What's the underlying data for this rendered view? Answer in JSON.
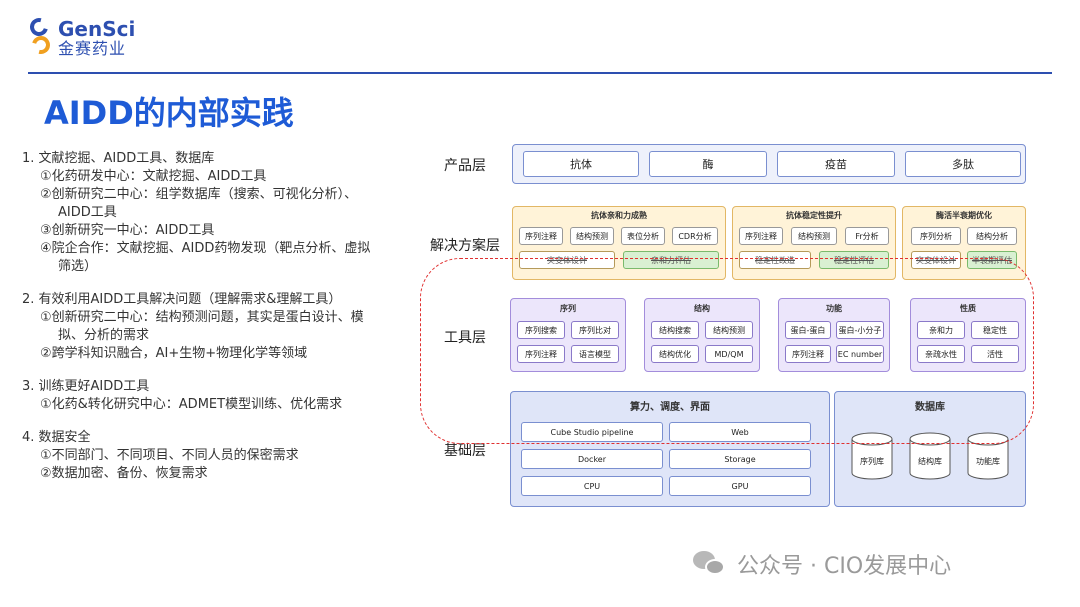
{
  "logo": {
    "name_en": "GenSci",
    "name_cn": "金赛药业"
  },
  "title": "AIDD的内部实践",
  "sections": [
    {
      "heading": "1. 文献挖掘、AIDD工具、数据库",
      "items": [
        "①化药研发中心：文献挖掘、AIDD工具",
        "②创新研究二中心：组学数据库（搜索、可视化分析）、",
        "AIDD工具",
        "③创新研究一中心：AIDD工具",
        "④院企合作：文献挖掘、AIDD药物发现（靶点分析、虚拟",
        "筛选）"
      ]
    },
    {
      "heading": "2. 有效利用AIDD工具解决问题（理解需求&理解工具）",
      "items": [
        "①创新研究二中心：结构预测问题，其实是蛋白设计、模",
        "拟、分析的需求",
        "②跨学科知识融合，AI+生物+物理化学等领域"
      ]
    },
    {
      "heading": "3. 训练更好AIDD工具",
      "items": [
        "①化药&转化研究中心：ADMET模型训练、优化需求"
      ]
    },
    {
      "heading": "4. 数据安全",
      "items": [
        "①不同部门、不同项目、不同人员的保密需求",
        "②数据加密、备份、恢复需求"
      ]
    }
  ],
  "diagram": {
    "layers": {
      "product": "产品层",
      "solution": "解决方案层",
      "tools": "工具层",
      "base": "基础层"
    },
    "products": [
      "抗体",
      "酶",
      "疫苗",
      "多肽"
    ],
    "solutions": [
      {
        "title": "抗体亲和力成熟",
        "chips": [
          "序列注释",
          "结构预测",
          "表位分析",
          "CDR分析"
        ],
        "bottom": [
          "突变体设计",
          "亲和力评估"
        ]
      },
      {
        "title": "抗体稳定性提升",
        "chips": [
          "序列注释",
          "结构预测",
          "Fr分析"
        ],
        "bottom": [
          "稳定性改造",
          "稳定性评估"
        ]
      },
      {
        "title": "酶活半衰期优化",
        "chips": [
          "序列分析",
          "结构分析"
        ],
        "bottom": [
          "突变体设计",
          "半衰期评估"
        ]
      }
    ],
    "tools": [
      {
        "title": "序列",
        "chips": [
          "序列搜索",
          "序列比对",
          "序列注释",
          "语言模型"
        ]
      },
      {
        "title": "结构",
        "chips": [
          "结构搜索",
          "结构预测",
          "结构优化",
          "MD/QM"
        ]
      },
      {
        "title": "功能",
        "chips": [
          "蛋白-蛋白",
          "蛋白-小分子",
          "序列注释",
          "EC number"
        ]
      },
      {
        "title": "性质",
        "chips": [
          "亲和力",
          "稳定性",
          "亲疏水性",
          "活性"
        ]
      }
    ],
    "compute": {
      "title": "算力、调度、界面",
      "chips": [
        "Cube Studio pipeline",
        "Web",
        "Docker",
        "Storage",
        "CPU",
        "GPU"
      ]
    },
    "database": {
      "title": "数据库",
      "items": [
        "序列库",
        "结构库",
        "功能库"
      ]
    }
  },
  "watermark": "公众号 · CIO发展中心",
  "colors": {
    "brand": "#2d4fb0",
    "title": "#1e5bd6",
    "dashed": "#e03030"
  }
}
